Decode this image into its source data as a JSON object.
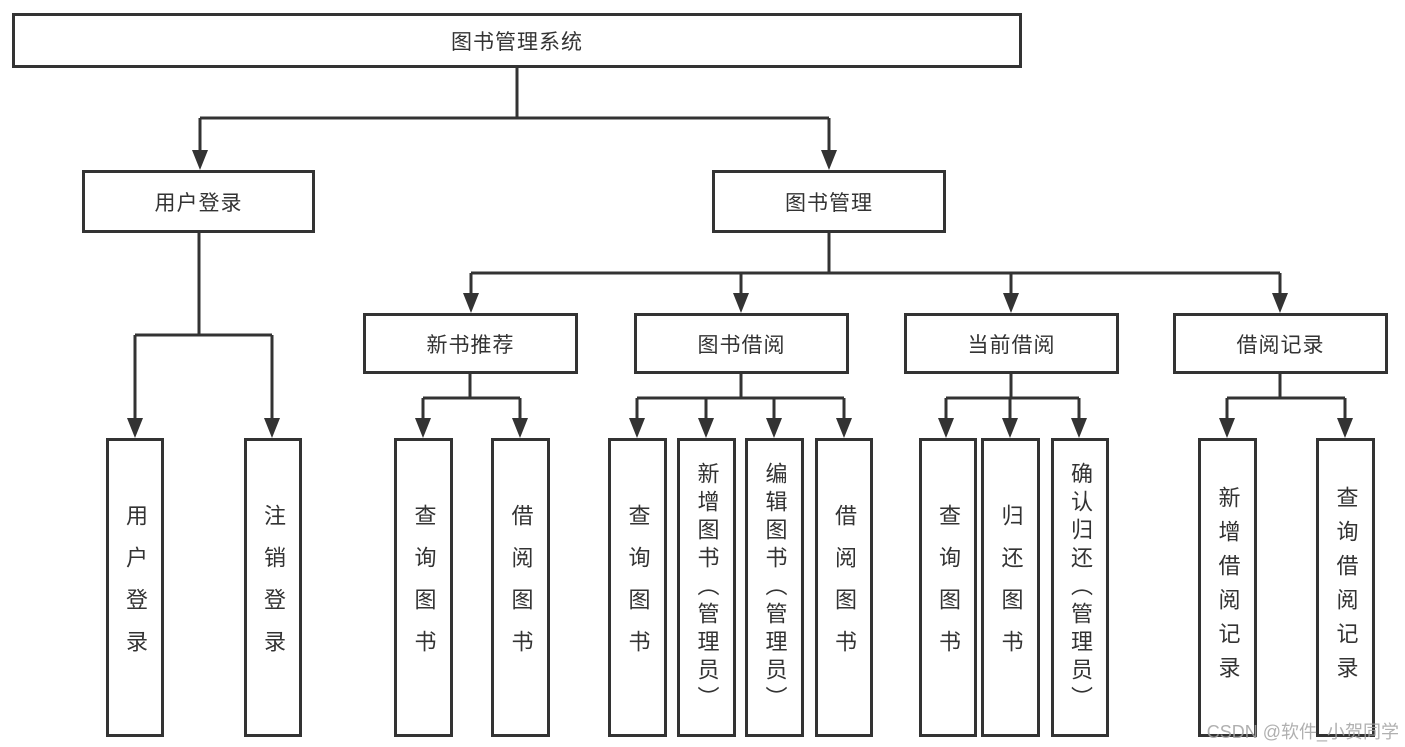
{
  "diagram": {
    "title": "图书管理系统",
    "tree": {
      "root": {
        "label": "图书管理系统"
      },
      "level2": [
        {
          "label": "用户登录",
          "children": [
            {
              "label": "用户登录"
            },
            {
              "label": "注销登录"
            }
          ]
        },
        {
          "label": "图书管理",
          "children": [
            {
              "label": "新书推荐",
              "children": [
                {
                  "label": "查询图书"
                },
                {
                  "label": "借阅图书"
                }
              ]
            },
            {
              "label": "图书借阅",
              "children": [
                {
                  "label": "查询图书"
                },
                {
                  "label": "新增图书（管理员）"
                },
                {
                  "label": "编辑图书（管理员）"
                },
                {
                  "label": "借阅图书"
                }
              ]
            },
            {
              "label": "当前借阅",
              "children": [
                {
                  "label": "查询图书"
                },
                {
                  "label": "归还图书"
                },
                {
                  "label": "确认归还（管理员）"
                }
              ]
            },
            {
              "label": "借阅记录",
              "children": [
                {
                  "label": "新增借阅记录"
                },
                {
                  "label": "查询借阅记录"
                }
              ]
            }
          ]
        }
      ]
    },
    "colors": {
      "line": "#333333",
      "box_border": "#333333",
      "text": "#333333",
      "background": "#ffffff",
      "watermark": "#a3a3a3"
    },
    "watermark": {
      "text": "CSDN @软件_小贺同学"
    }
  }
}
